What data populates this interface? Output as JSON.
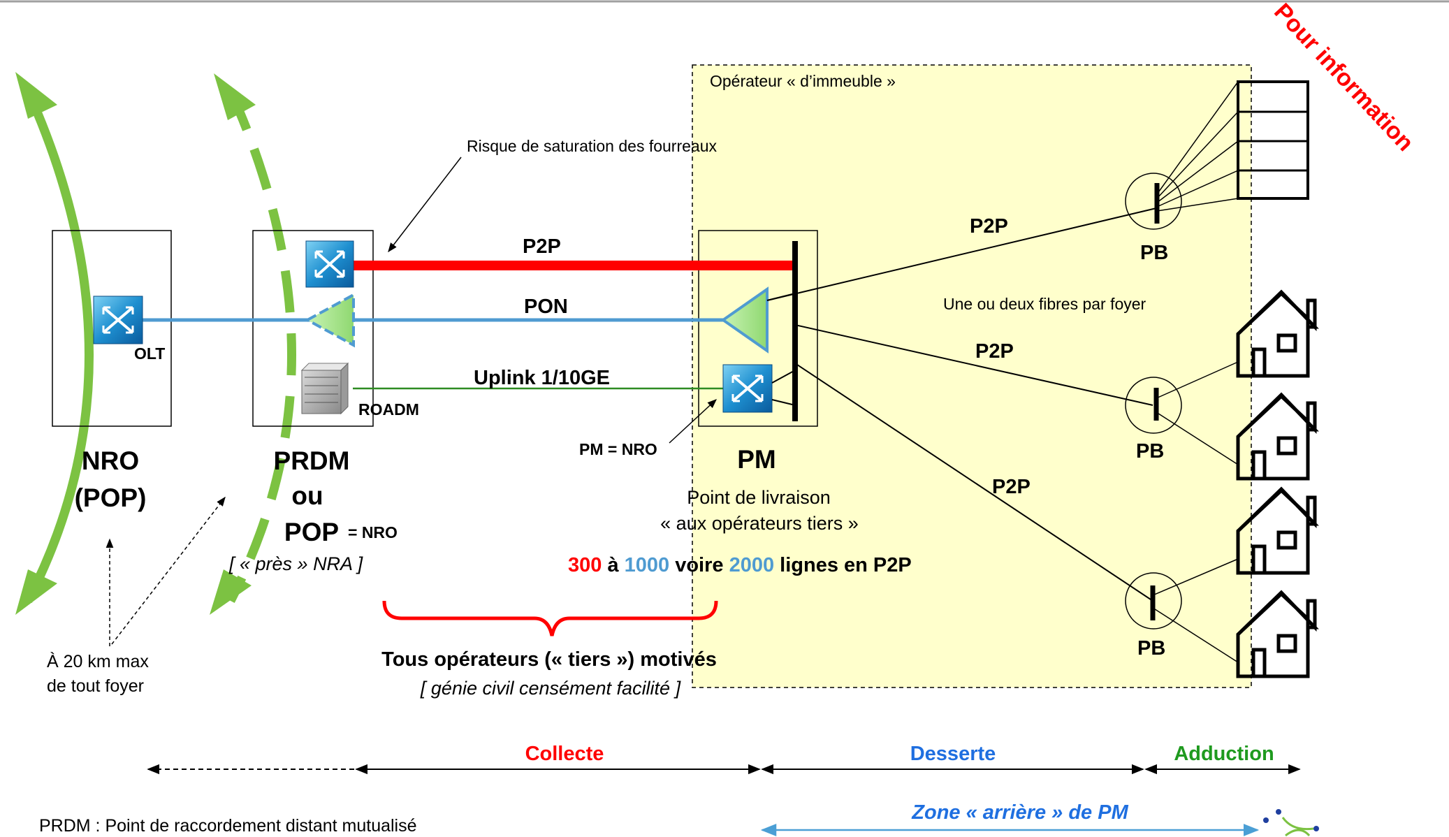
{
  "stamp": "Pour information",
  "operator_zone_label": "Opérateur « d’immeuble »",
  "saturation_note": "Risque de saturation des fourreaux",
  "links": {
    "p2p": "P2P",
    "pon": "PON",
    "uplink": "Uplink 1/10GE",
    "drop1": "P2P",
    "drop2": "P2P",
    "drop3": "P2P"
  },
  "nodes": {
    "nro_line1": "NRO",
    "nro_line2": "(POP)",
    "olt": "OLT",
    "prdm_line1": "PRDM",
    "prdm_line2": "ou",
    "prdm_line3": "POP",
    "prdm_suffix": "= NRO",
    "prdm_note": "[ « près » NRA ]",
    "roadm": "ROADM",
    "pm_eq_nro": "PM = NRO",
    "pm": "PM",
    "pm_desc1": "Point de livraison",
    "pm_desc2": "« aux opérateurs tiers »",
    "pb1": "PB",
    "pb2": "PB",
    "pb3": "PB"
  },
  "fibres_note": "Une ou deux fibres par foyer",
  "lines": {
    "a": "300",
    "b": " à ",
    "c": "1000",
    "d": " voire ",
    "e": "2000",
    "f": " lignes en P2P"
  },
  "distance_note_1": "À 20 km max",
  "distance_note_2": "de tout foyer",
  "brace_title": "Tous opérateurs (« tiers ») motivés",
  "brace_subtitle": "[ génie civil censément facilité ]",
  "segments": {
    "collecte": "Collecte",
    "desserte": "Desserte",
    "adduction": "Adduction"
  },
  "zone_arriere": "Zone « arrière » de PM",
  "footnote": "PRDM : Point de raccordement distant mutualisé",
  "colors": {
    "green_arc": "#7cc242",
    "red": "#ff0000",
    "blue": "#4f9bd1",
    "uplink_green": "#2e8b22",
    "zone_fill": "#ffffcc",
    "desserte_blue": "#1f6fe0",
    "adduction_green": "#1f9a1f",
    "zone_arrow_blue": "#4b9fd5"
  }
}
